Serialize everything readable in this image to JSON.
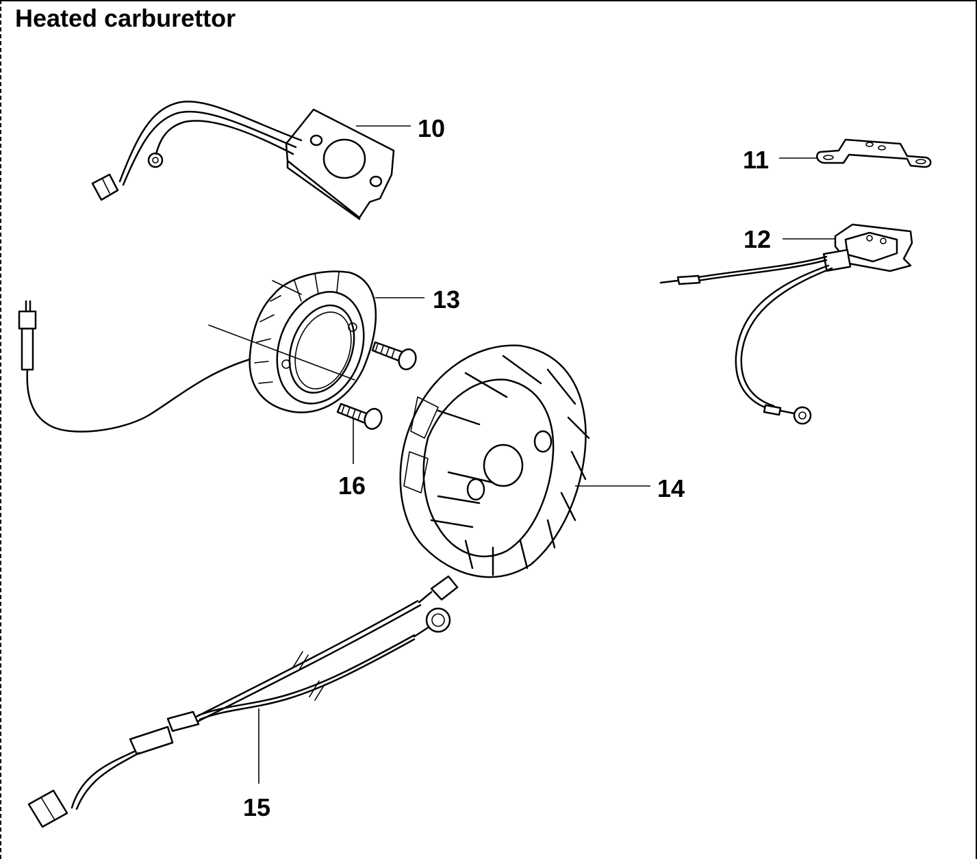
{
  "title": "Heated carburettor",
  "callouts": [
    {
      "id": "10",
      "label": "10"
    },
    {
      "id": "11",
      "label": "11"
    },
    {
      "id": "12",
      "label": "12"
    },
    {
      "id": "13",
      "label": "13"
    },
    {
      "id": "14",
      "label": "14"
    },
    {
      "id": "15",
      "label": "15"
    },
    {
      "id": "16",
      "label": "16"
    }
  ]
}
